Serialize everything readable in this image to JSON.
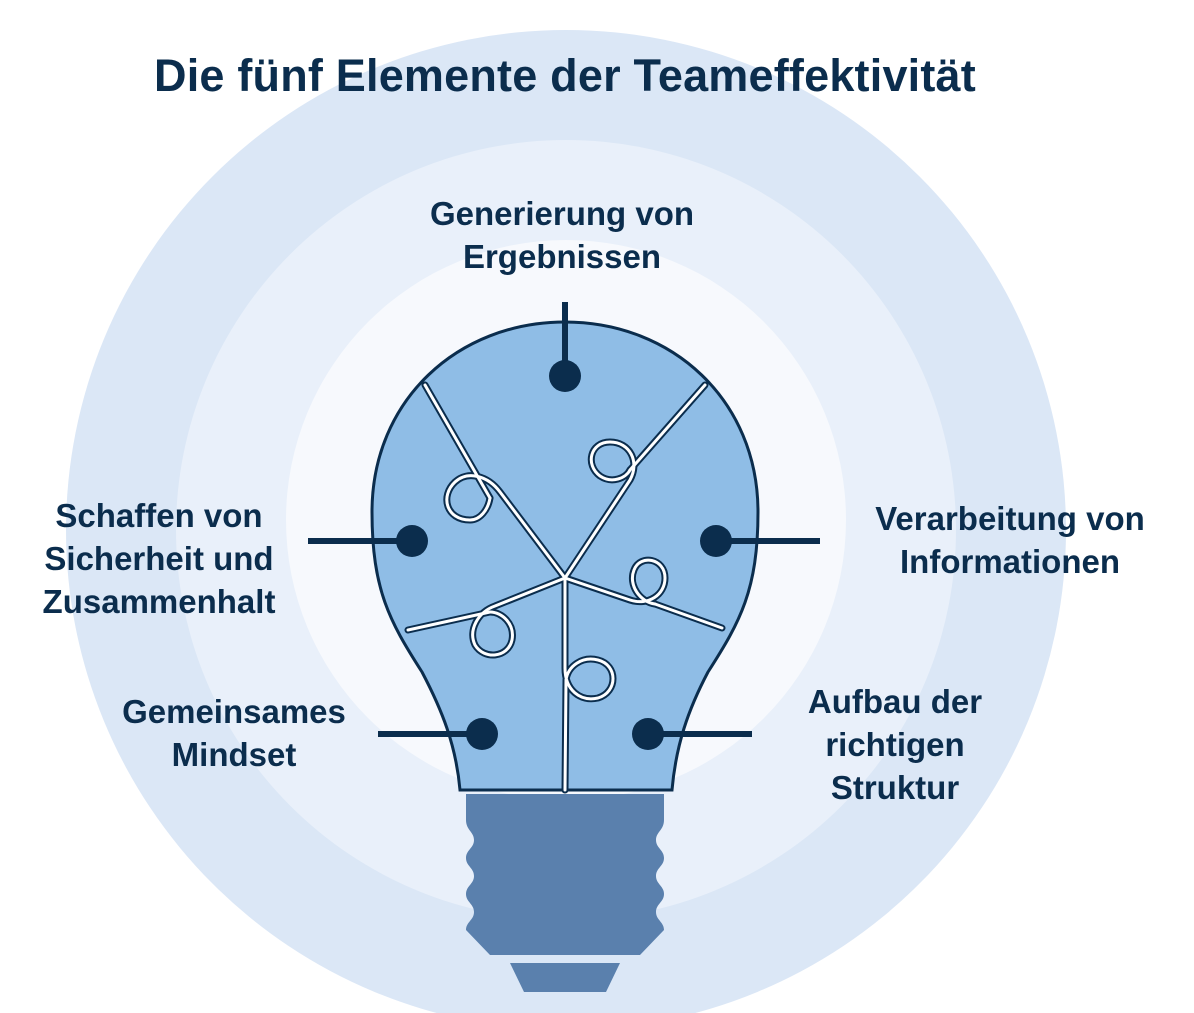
{
  "title": "Die fünf Elemente der Teameffektivität",
  "elements": {
    "top": {
      "lines": [
        "Generierung von",
        "Ergebnissen"
      ]
    },
    "left": {
      "lines": [
        "Schaffen von",
        "Sicherheit und",
        "Zusammenhalt"
      ]
    },
    "right": {
      "lines": [
        "Verarbeitung von",
        "Informationen"
      ]
    },
    "bottom_left": {
      "lines": [
        "Gemeinsames",
        "Mindset"
      ]
    },
    "bottom_right": {
      "lines": [
        "Aufbau der",
        "richtigen",
        "Struktur"
      ]
    }
  },
  "colors": {
    "text": "#0b2d4d",
    "ring_outer": "#dbe7f6",
    "ring_middle": "#e9f0fa",
    "ring_inner": "#f7f9fd",
    "bulb_fill": "#8fbde6",
    "bulb_outline": "#0b2d4d",
    "base_fill": "#5a80ad"
  }
}
